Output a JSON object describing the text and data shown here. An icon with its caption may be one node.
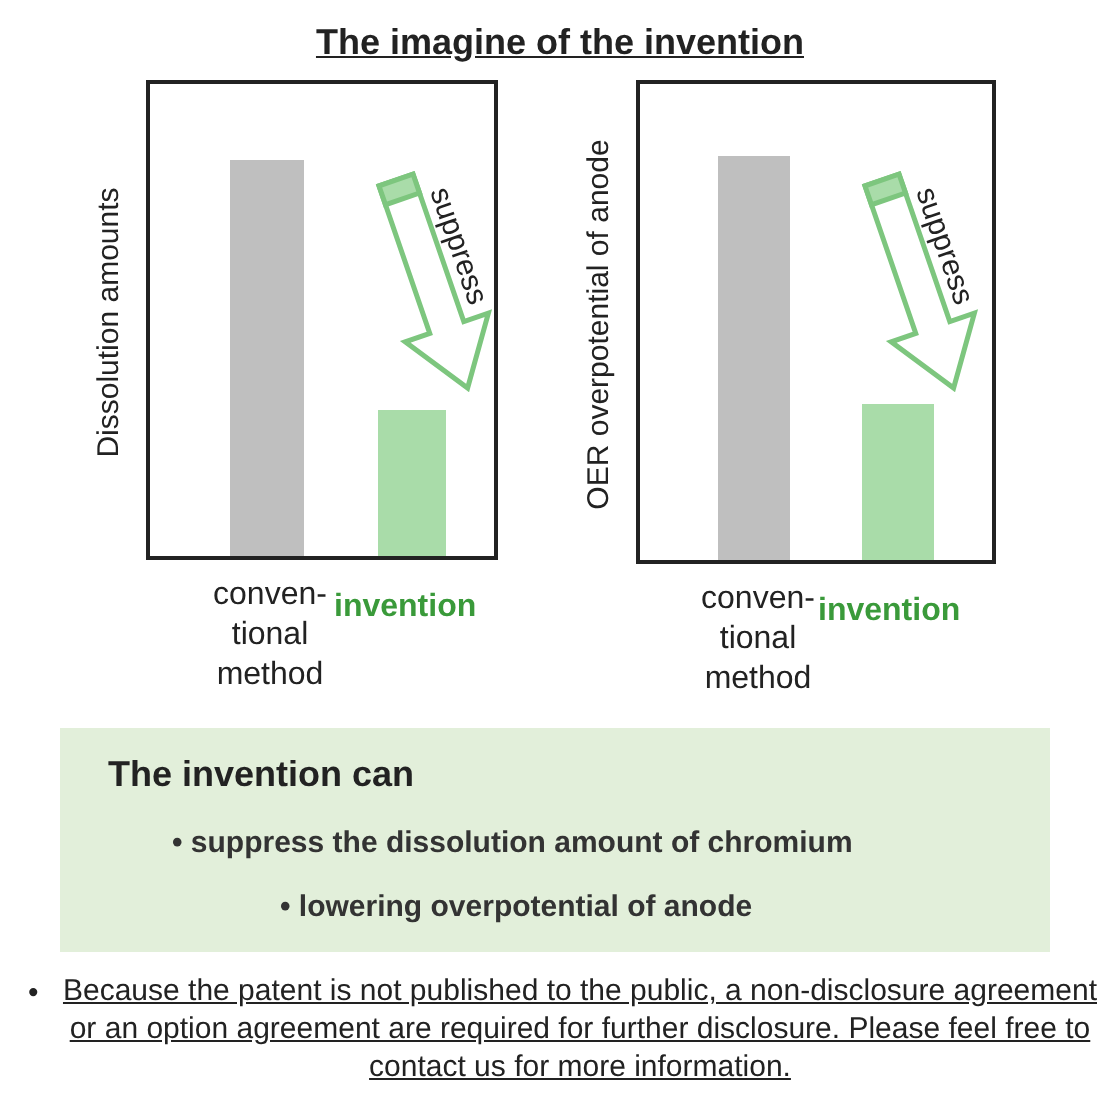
{
  "diagram": {
    "title": "The imagine of the invention",
    "nodes": [
      {
        "text": [
          "The invention can",
          "• suppress the dissolution amount of chromium",
          "• lowering overpotential of anode"
        ]
      },
      {
        "text": [],
        "shape": "bar"
      },
      {
        "text": [],
        "shape": "bar"
      },
      {
        "text": [],
        "shape": "bar"
      },
      {
        "text": [],
        "shape": "bar"
      }
    ],
    "labels": [
      "Dissolution amounts",
      "suppress",
      "conven- tional method",
      "invention",
      "OER overpotential of anode",
      "suppress",
      "conven- tional method",
      "invention",
      "•",
      "Because the patent is not published to the public, a non-disclosure agreement or an option agreement are required for further disclosure. Please feel free to contact us for more information."
    ]
  }
}
